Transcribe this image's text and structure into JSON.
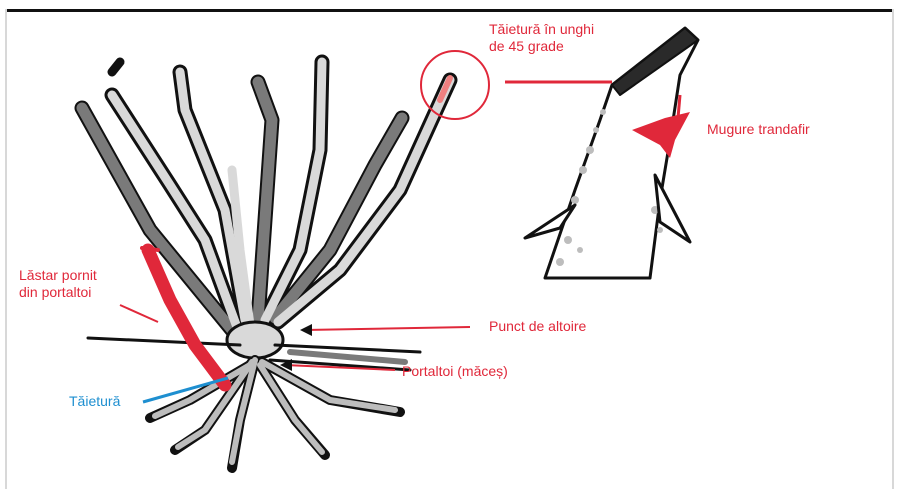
{
  "labels": {
    "cut_angle_line1": "Tăietură în unghi",
    "cut_angle_line2": "de 45 grade",
    "rose_bud": "Mugure trandafir",
    "shoot_line1": "Lăstar pornit",
    "shoot_line2": "din portaltoi",
    "graft_point": "Punct de altoire",
    "rootstock": "Portaltoi (măceș)",
    "cut": "Tăietură"
  },
  "colors": {
    "label_red": "#e0283a",
    "label_blue": "#1e8fd0",
    "stem_light": "#d9d9d9",
    "stem_dark": "#7a7a7a",
    "outline": "#111111"
  }
}
